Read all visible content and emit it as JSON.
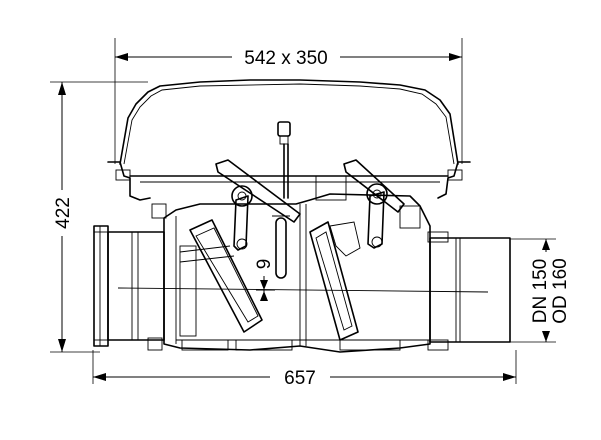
{
  "dimensions": {
    "top_width": "542 x 350",
    "height": "422",
    "gap": "9",
    "overall_length": "657",
    "nominal_diameter": "DN 150",
    "outer_diameter": "OD 160"
  },
  "colors": {
    "line": "#000000",
    "background": "#ffffff"
  }
}
